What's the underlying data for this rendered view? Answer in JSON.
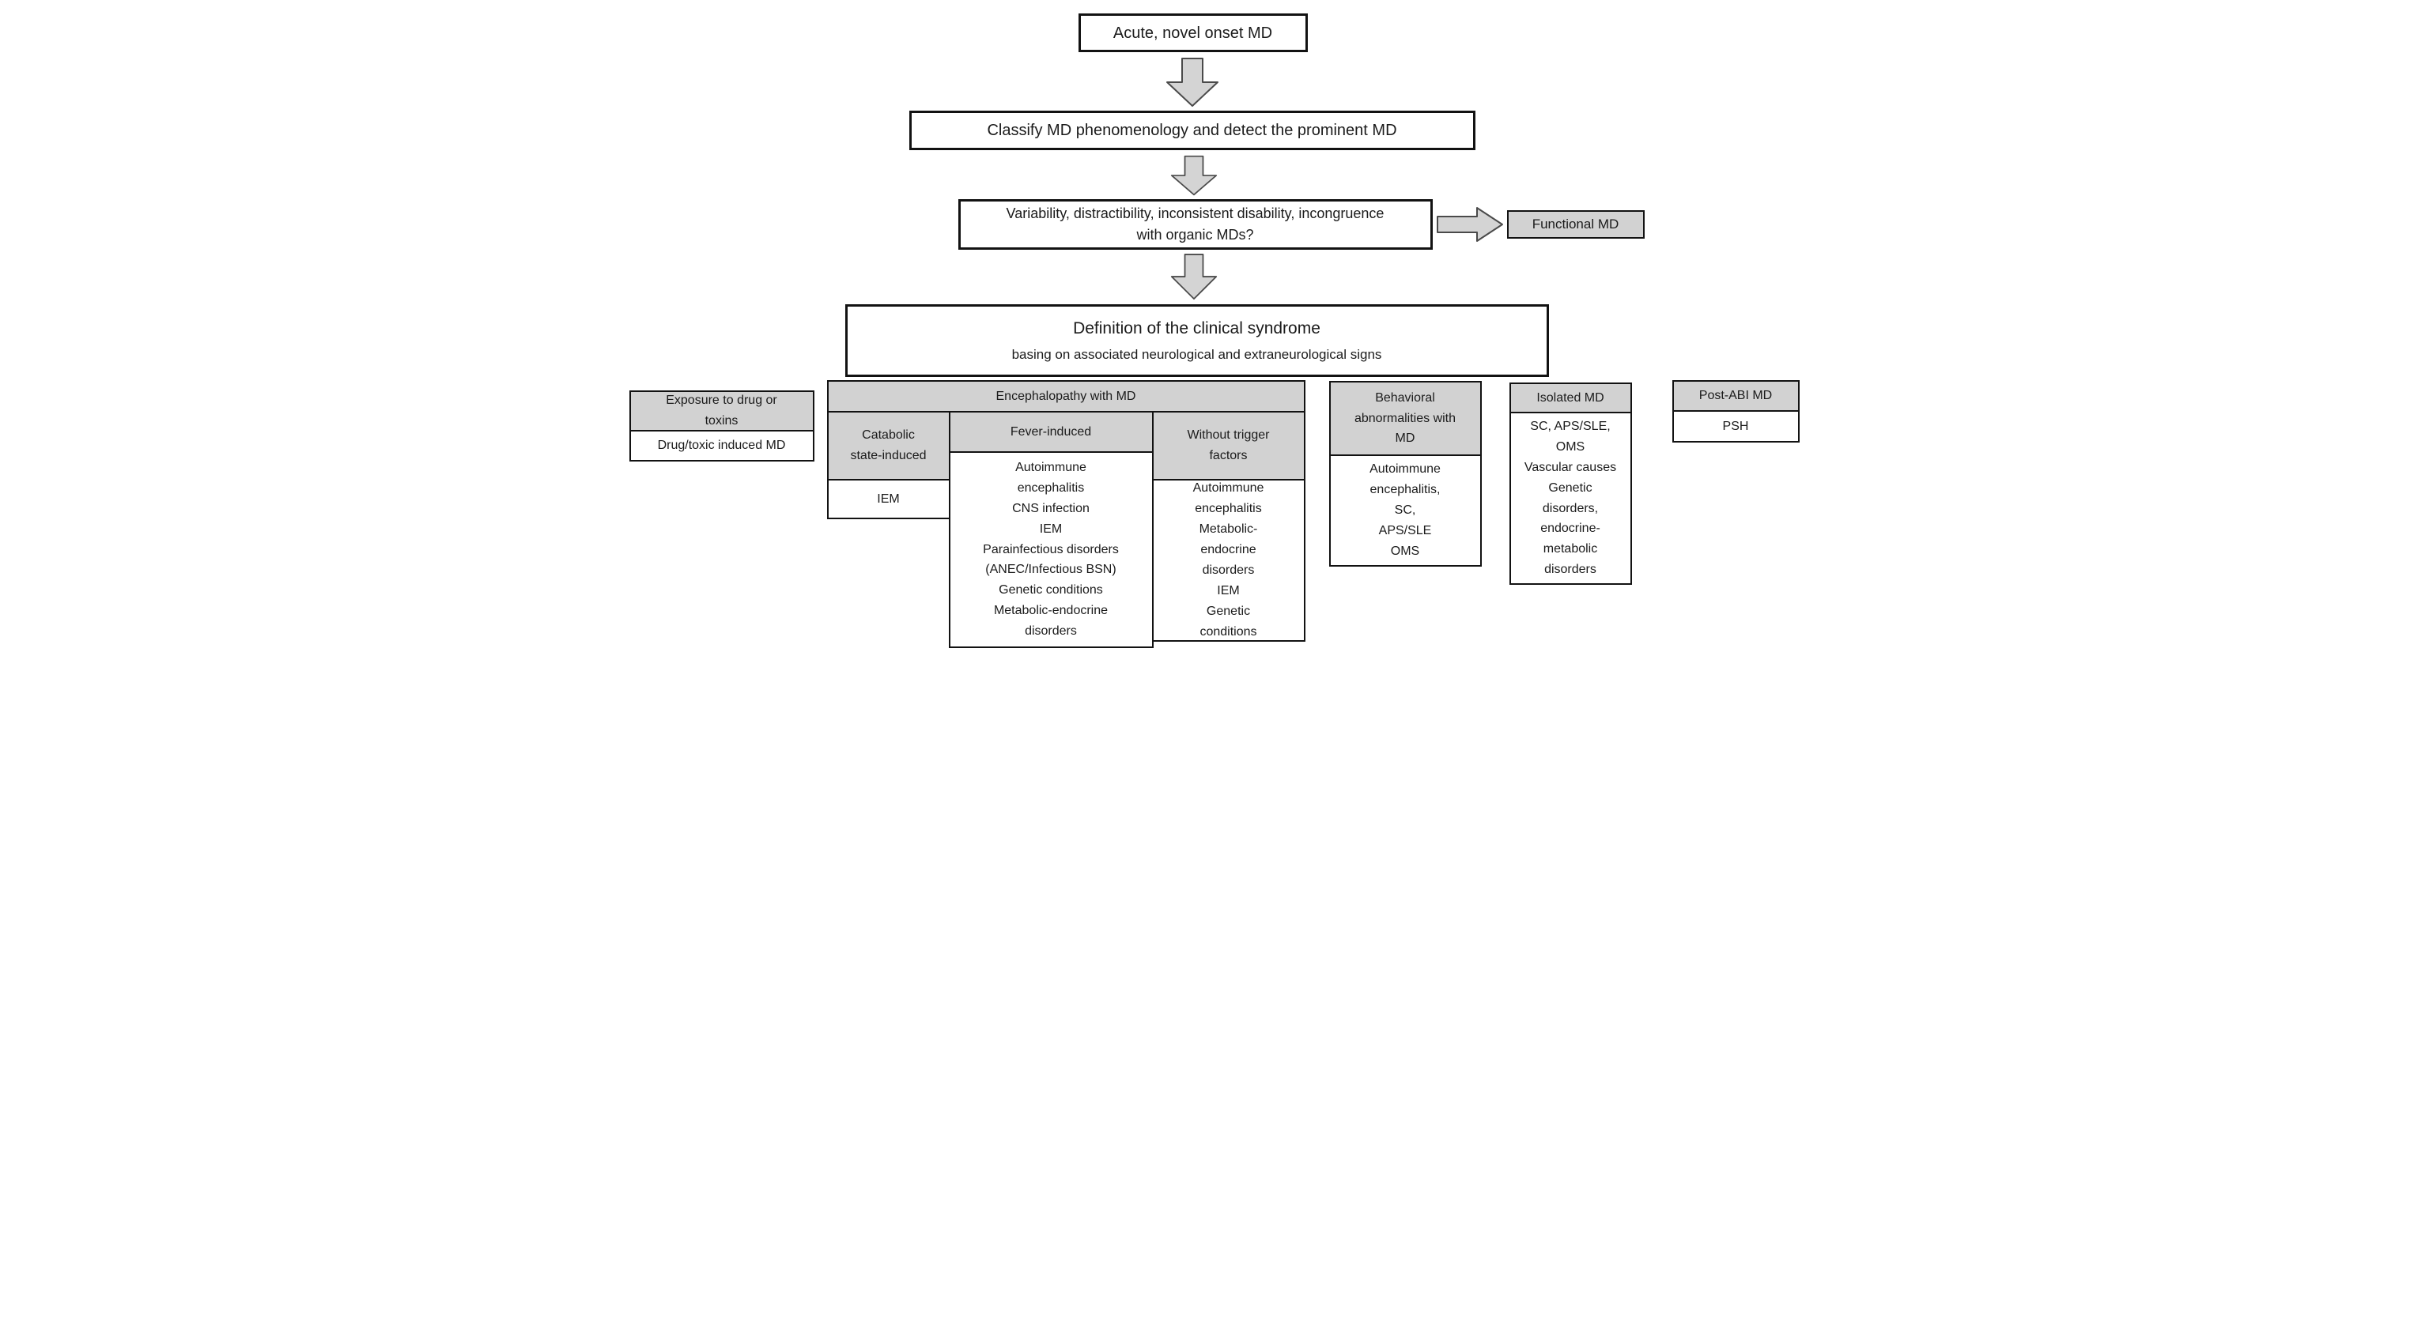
{
  "flow": {
    "step1": "Acute, novel onset MD",
    "step2": "Classify MD phenomenology and detect the prominent MD",
    "step3": [
      "Variability, distractibility, inconsistent disability, incongruence",
      "with organic MDs?"
    ],
    "functional": "Functional MD",
    "definition_title": "Definition of the clinical syndrome",
    "definition_subtitle": "basing on associated neurological and extraneurological signs"
  },
  "syndromes": {
    "exposure": {
      "header": [
        "Exposure to drug or",
        "toxins"
      ],
      "body": [
        "Drug/toxic induced MD"
      ]
    },
    "encephalopathy": {
      "header": "Encephalopathy with MD",
      "columns": [
        {
          "header": [
            "Catabolic",
            "state-induced"
          ],
          "body": [
            "IEM"
          ]
        },
        {
          "header": [
            "Fever-induced"
          ],
          "body": [
            "Autoimmune",
            "encephalitis",
            "CNS infection",
            "IEM",
            "Parainfectious disorders",
            "(ANEC/Infectious BSN)",
            "Genetic conditions",
            "Metabolic-endocrine",
            "disorders"
          ]
        },
        {
          "header": [
            "Without trigger",
            "factors"
          ],
          "body": [
            "Autoimmune",
            "encephalitis",
            "Metabolic-",
            "endocrine",
            "disorders",
            "IEM",
            "Genetic",
            "conditions"
          ]
        }
      ]
    },
    "behavioral": {
      "header": [
        "Behavioral",
        "abnormalities with",
        "MD"
      ],
      "body": [
        "Autoimmune",
        "encephalitis,",
        "SC,",
        "APS/SLE",
        "OMS"
      ]
    },
    "isolated": {
      "header": [
        "Isolated MD"
      ],
      "body": [
        "SC, APS/SLE,",
        "OMS",
        "Vascular causes",
        "Genetic",
        "disorders,",
        "endocrine-",
        "metabolic",
        "disorders"
      ]
    },
    "post_abi": {
      "header": [
        "Post-ABI MD"
      ],
      "body": [
        "PSH"
      ]
    }
  },
  "colors": {
    "box_fill_gray": "#d2d2d2",
    "arrow_fill": "#d4d4d4",
    "arrow_stroke": "#4a4a4a",
    "border": "#121212"
  }
}
